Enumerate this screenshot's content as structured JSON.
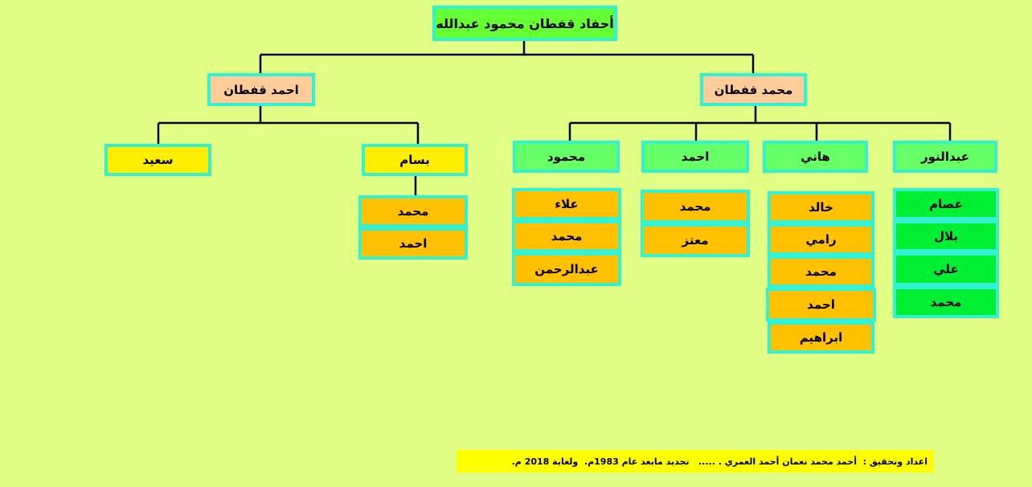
{
  "root": "أحفاد قفطان محمود عبدالله",
  "sons": {
    "ahmed": "احمد قفطان",
    "mohammed": "محمد قفطان"
  },
  "grandsons": {
    "saeed": "سعيد",
    "bassam": "بسام",
    "mahmoud": "محمود",
    "ahmed": "احمد",
    "hani": "هاني",
    "abdulnour": "عبدالنور"
  },
  "children": {
    "bassam": [
      "محمد",
      "احمد"
    ],
    "mahmoud": [
      "علاء",
      "محمد",
      "عبدالرحمن"
    ],
    "ahmed": [
      "محمد",
      "معتز"
    ],
    "hani": [
      "خالد",
      "رامي",
      "محمد",
      "احمد",
      "ابراهيم"
    ],
    "abdulnour": [
      "عصام",
      "بلال",
      "علي",
      "محمد"
    ]
  },
  "credit": "اعداد وتحقيق :  أحمد محمد نعمان أحمد العمري . .....   تجديد مابعد عام 1983م.  ولغاية 2018 م."
}
